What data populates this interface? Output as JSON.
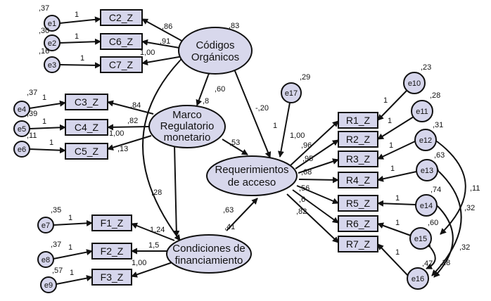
{
  "indicators": {
    "C2": {
      "label": "C2_Z"
    },
    "C6": {
      "label": "C6_Z"
    },
    "C7": {
      "label": "C7_Z"
    },
    "C3": {
      "label": "C3_Z"
    },
    "C4": {
      "label": "C4_Z"
    },
    "C5": {
      "label": "C5_Z"
    },
    "F1": {
      "label": "F1_Z"
    },
    "F2": {
      "label": "F2_Z"
    },
    "F3": {
      "label": "F3_Z"
    },
    "R1": {
      "label": "R1_Z"
    },
    "R2": {
      "label": "R2_Z"
    },
    "R3": {
      "label": "R3_Z"
    },
    "R4": {
      "label": "R4_Z"
    },
    "R5": {
      "label": "R5_Z"
    },
    "R6": {
      "label": "R6_Z"
    },
    "R7": {
      "label": "R7_Z"
    }
  },
  "latents": {
    "codigos": {
      "line1": "Códigos",
      "line2": "Orgánicos",
      "r2": ",83"
    },
    "marco": {
      "line1": "Marco",
      "line2": "Regulatorio",
      "line3": "monetario"
    },
    "req": {
      "line1": "Requerimientos",
      "line2": "de acceso"
    },
    "cond": {
      "line1": "Condiciones de",
      "line2": "financiamiento"
    }
  },
  "errors": {
    "e1": {
      "label": "e1",
      "var": ",37",
      "path": "1"
    },
    "e2": {
      "label": "e2",
      "var": ",30",
      "path": "1"
    },
    "e3": {
      "label": "e3",
      "var": ",16",
      "path": "1"
    },
    "e4": {
      "label": "e4",
      "var": ",37",
      "path": "1"
    },
    "e5": {
      "label": "e5",
      "var": ",39",
      "path": "1"
    },
    "e6": {
      "label": "e6",
      "var": ",11",
      "path": "1"
    },
    "e7": {
      "label": "e7",
      "var": ",35",
      "path": "1"
    },
    "e8": {
      "label": "e8",
      "var": ",37",
      "path": "1"
    },
    "e9": {
      "label": "e9",
      "var": ",57",
      "path": "1"
    },
    "e10": {
      "label": "e10",
      "var": ",23",
      "path": "1"
    },
    "e11": {
      "label": "e11",
      "var": ",28",
      "path": "1"
    },
    "e12": {
      "label": "e12",
      "var": ",31",
      "path": "1"
    },
    "e13": {
      "label": "e13",
      "var": ",63",
      "path": "1"
    },
    "e14": {
      "label": "e14",
      "var": ",74",
      "path": "1"
    },
    "e15": {
      "label": "e15",
      "var": ",60",
      "path": "1"
    },
    "e16": {
      "label": "e16",
      "var": ",47",
      "path": "1"
    },
    "e17": {
      "label": "e17",
      "var": ",29",
      "path": "1"
    }
  },
  "coefficients": {
    "c2": ",86",
    "c6": ",91",
    "c7": "1,00",
    "c3": ",84",
    "c4": ",82",
    "c5": "1,00",
    "c5b": ",13",
    "f1": "1,24",
    "f2": "1,5",
    "f3": "1,00",
    "cod_req": "-,20",
    "cod_marco_a": ",8",
    "cod_marco_b": ",60",
    "marco_req": ",53",
    "marco_cond": ",28",
    "cond_req_a": ",63",
    "cond_req_b": ",41",
    "r1": "1,00",
    "r2": ",96",
    "r3": ",95",
    "r4": ",68",
    "r5": ",56",
    "r6": ",6",
    "r7": ",82",
    "e12_e15": ",11",
    "e13_e16": ",32",
    "e14_e16": ",32",
    "e15_e16": ",18"
  }
}
